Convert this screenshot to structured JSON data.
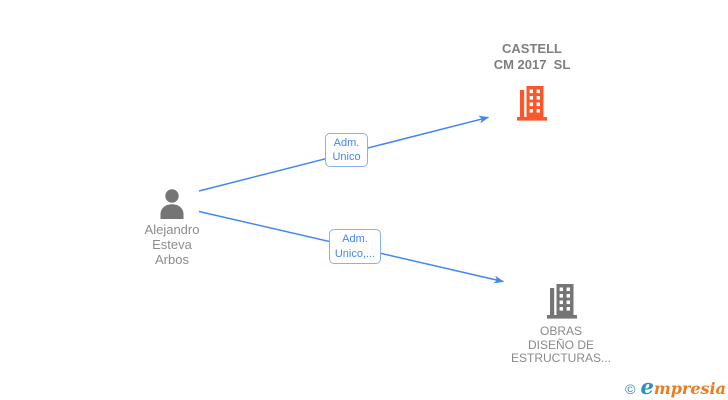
{
  "nodes": {
    "person": {
      "name": "Alejandro\nEsteva\nArbos"
    },
    "company_castell": {
      "name": "CASTELL\nCM 2017  SL"
    },
    "company_obras": {
      "name": "OBRAS\nDISEÑO DE\nESTRUCTURAS..."
    }
  },
  "edges": [
    {
      "label": "Adm.\nUnico"
    },
    {
      "label": "Adm.\nUnico,..."
    }
  ],
  "colors": {
    "edge": "#4285f4",
    "edge_label_border": "#88b0f4",
    "person_icon": "#757575",
    "company_icon_orange": "#fa572b",
    "company_icon_gray": "#757575",
    "person_label_text": "#8c8c8c",
    "company_label_text": "#7e7e7e",
    "logo_teal": "#2d8f9f",
    "logo_blue": "#2e8fc0",
    "logo_orange": "#ee7c1e",
    "window_fill": "#ffffff"
  },
  "logo": {
    "copyright": "©",
    "letter_e": "e",
    "rest": "mpresia"
  }
}
